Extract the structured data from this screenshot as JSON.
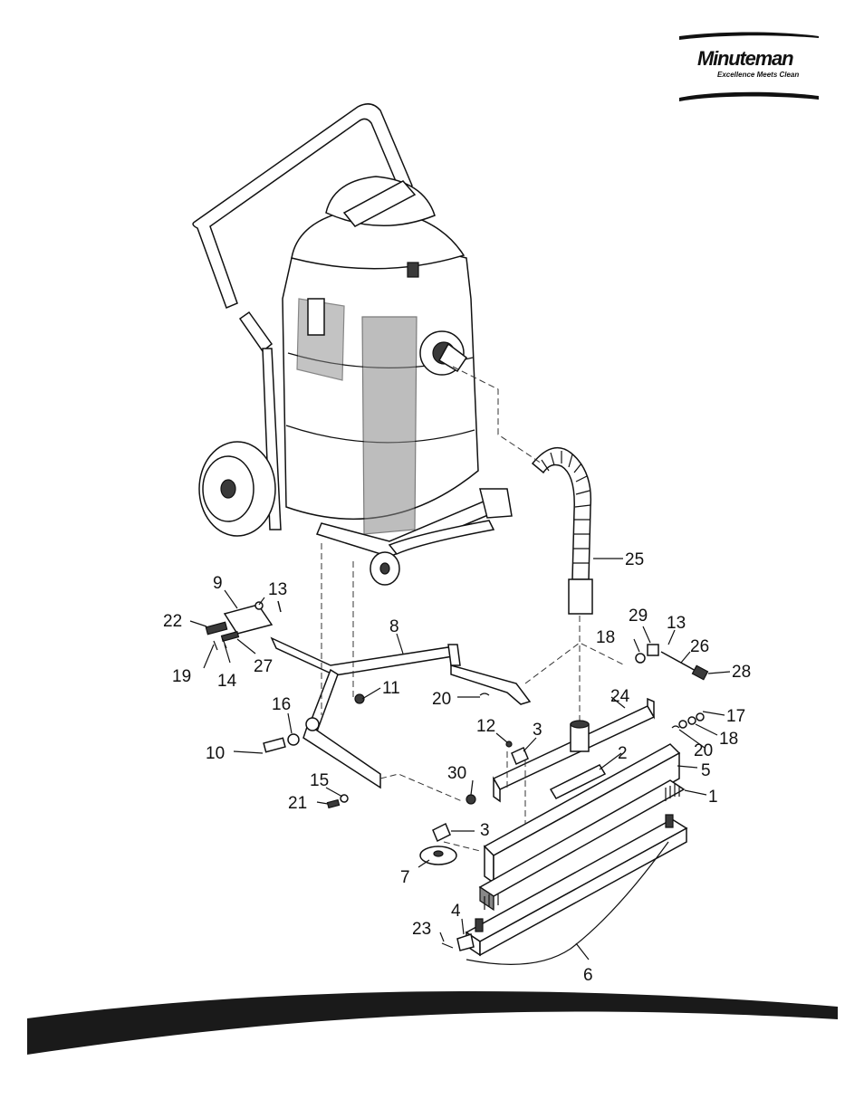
{
  "brand": {
    "name": "Minuteman",
    "tagline": "Excellence Meets Clean"
  },
  "callouts": [
    {
      "id": "c1",
      "label": "1"
    },
    {
      "id": "c2",
      "label": "2"
    },
    {
      "id": "c3a",
      "label": "3"
    },
    {
      "id": "c3b",
      "label": "3"
    },
    {
      "id": "c4",
      "label": "4"
    },
    {
      "id": "c5",
      "label": "5"
    },
    {
      "id": "c6",
      "label": "6"
    },
    {
      "id": "c7",
      "label": "7"
    },
    {
      "id": "c8",
      "label": "8"
    },
    {
      "id": "c9",
      "label": "9"
    },
    {
      "id": "c10",
      "label": "10"
    },
    {
      "id": "c11",
      "label": "11"
    },
    {
      "id": "c12",
      "label": "12"
    },
    {
      "id": "c13a",
      "label": "13"
    },
    {
      "id": "c13b",
      "label": "13"
    },
    {
      "id": "c14",
      "label": "14"
    },
    {
      "id": "c15",
      "label": "15"
    },
    {
      "id": "c16",
      "label": "16"
    },
    {
      "id": "c17",
      "label": "17"
    },
    {
      "id": "c18a",
      "label": "18"
    },
    {
      "id": "c18b",
      "label": "18"
    },
    {
      "id": "c19",
      "label": "19"
    },
    {
      "id": "c20a",
      "label": "20"
    },
    {
      "id": "c20b",
      "label": "20"
    },
    {
      "id": "c21",
      "label": "21"
    },
    {
      "id": "c22",
      "label": "22"
    },
    {
      "id": "c23",
      "label": "23"
    },
    {
      "id": "c24",
      "label": "24"
    },
    {
      "id": "c25",
      "label": "25"
    },
    {
      "id": "c26",
      "label": "26"
    },
    {
      "id": "c27",
      "label": "27"
    },
    {
      "id": "c28",
      "label": "28"
    },
    {
      "id": "c29",
      "label": "29"
    },
    {
      "id": "c30",
      "label": "30"
    }
  ]
}
